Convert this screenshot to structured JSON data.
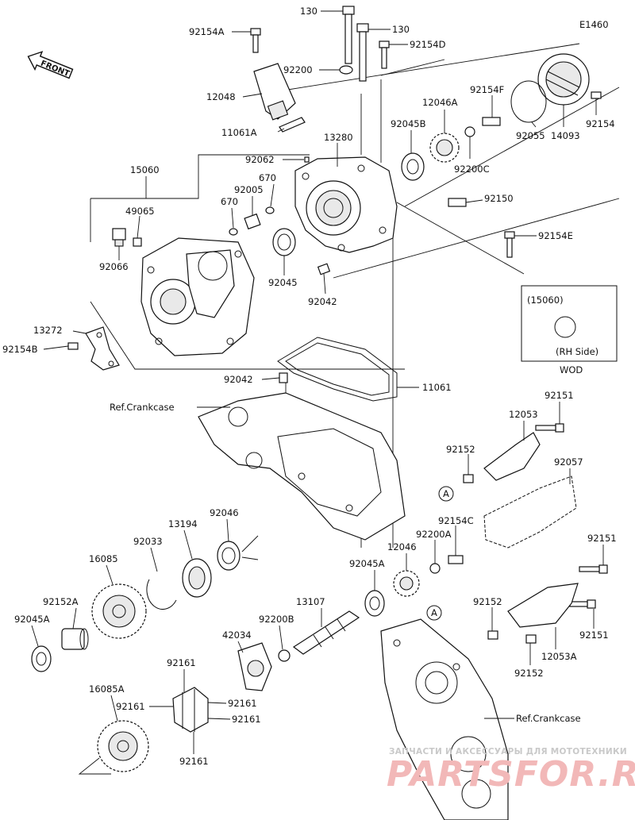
{
  "diagram_code": "E1460",
  "front_label": "FRONT",
  "labels": {
    "l130a": "130",
    "l130b": "130",
    "l92154A": "92154A",
    "l92154D": "92154D",
    "l92200": "92200",
    "l12048": "12048",
    "l11061A": "11061A",
    "l92062": "92062",
    "l13280": "13280",
    "l15060": "15060",
    "l49065": "49065",
    "l670a": "670",
    "l670b": "670",
    "l92005": "92005",
    "l92066": "92066",
    "l92045": "92045",
    "l92042a": "92042",
    "l13272": "13272",
    "l92154B": "92154B",
    "l12046A": "12046A",
    "l92154F": "92154F",
    "l92045B": "92045B",
    "l92154": "92154",
    "l92055": "92055",
    "l14093": "14093",
    "l92200C": "92200C",
    "l92150": "92150",
    "l92154E": "92154E",
    "l92042b": "92042",
    "l11061": "11061",
    "lRefCrankcase1": "Ref.Crankcase",
    "l92151a": "92151",
    "l12053": "12053",
    "l92152a": "92152",
    "l92057": "92057",
    "l92154C": "92154C",
    "l92200A": "92200A",
    "l12046": "12046",
    "l92045A1": "92045A",
    "l92151b": "92151",
    "l92152b": "92152",
    "l92151c": "92151",
    "l12053A": "12053A",
    "l92152c": "92152",
    "l16085": "16085",
    "l92033": "92033",
    "l13194": "13194",
    "l92046": "92046",
    "l92152A": "92152A",
    "l92045A2": "92045A",
    "l13107": "13107",
    "l92200B": "92200B",
    "l42034": "42034",
    "l92161a": "92161",
    "l92161b": "92161",
    "l92161c": "92161",
    "l92161d": "92161",
    "l92161e": "92161",
    "l16085A": "16085A",
    "lRefCrankcase2": "Ref.Crankcase",
    "circleA1": "A",
    "circleA2": "A"
  },
  "wod_box": {
    "title": "(15060)",
    "caption": "(RH Side)",
    "label": "WOD"
  },
  "watermark": {
    "line1": "ЗАПЧАСТИ И АКСЕССУАРЫ ДЛЯ МОТОТЕХНИКИ",
    "line2": "PARTSFOR.RU"
  }
}
